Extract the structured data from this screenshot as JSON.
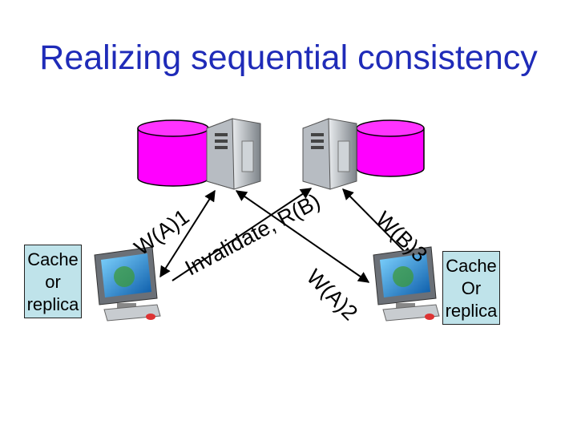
{
  "title": "Realizing sequential consistency",
  "left_box": {
    "line1": "Cache",
    "line2": "or",
    "line3": "replica"
  },
  "right_box": {
    "line1": "Cache",
    "line2": "Or",
    "line3": "replica"
  },
  "edge_labels": {
    "left_write": "W(A)1",
    "invalidate_read": "Invalidate, R(B)",
    "right_write_b": "W(B)3",
    "center_write_a": "W(A)2"
  },
  "colors": {
    "title": "#1f2bb8",
    "database": "#ff00ff",
    "box_fill": "#bfe3ea"
  },
  "icons": [
    "database-icon",
    "server-icon",
    "computer-icon"
  ]
}
